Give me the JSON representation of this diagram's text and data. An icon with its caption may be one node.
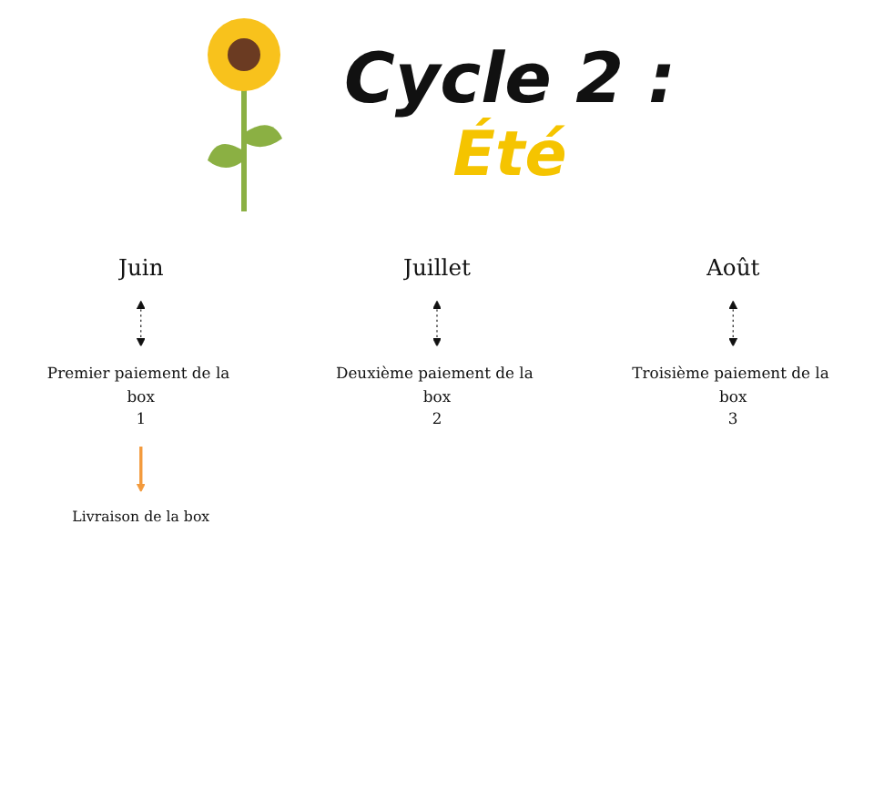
{
  "diagram": {
    "title": "Cycle 2 :",
    "nodes": [
      {
        "text": [
          "Juin"
        ]
      },
      {
        "text": [
          "Juillet"
        ]
      },
      {
        "text": [
          "Août"
        ]
      },
      {
        "text": [
          "Premier paiement de la box",
          "1"
        ]
      },
      {
        "text": [
          "Deuxième paiement de la box",
          "2"
        ]
      },
      {
        "text": [
          "Troisième paiement de la box",
          "3"
        ]
      },
      {
        "text": [
          "Livraison de la box"
        ]
      }
    ],
    "edges": [
      {
        "from": 0,
        "to": 3,
        "arrow": "both",
        "style": "dashed"
      },
      {
        "from": 1,
        "to": 4,
        "arrow": "both",
        "style": "dashed"
      },
      {
        "from": 2,
        "to": 5,
        "arrow": "both",
        "style": "dashed"
      },
      {
        "from": 3,
        "to": 6,
        "arrow": "to",
        "color": "#f39a3c"
      }
    ],
    "labels": [
      "Été"
    ]
  }
}
